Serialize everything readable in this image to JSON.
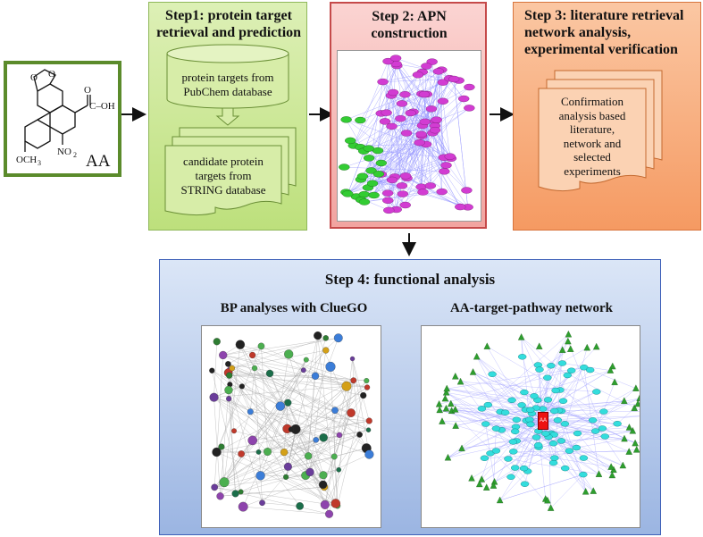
{
  "molecule": {
    "label": "AA",
    "group_carboxyl": "C–OH",
    "group_o": "O",
    "group_nitro": "NO",
    "group_nitro_sub": "2",
    "group_methoxy": "OCH",
    "group_methoxy_sub": "3"
  },
  "step1": {
    "title_line1": "Step1: protein target",
    "title_line2": "retrieval and prediction",
    "db_text_line1": "protein targets from",
    "db_text_line2": "PubChem database",
    "doc_text_line1": "candidate protein",
    "doc_text_line2": "targets from",
    "doc_text_line3": "STRING database"
  },
  "step2": {
    "title_line1": "Step 2: APN",
    "title_line2": "construction"
  },
  "step3": {
    "title_line1": "Step 3: literature retrieval",
    "title_line2": "network analysis,",
    "title_line3": "experimental verification",
    "doc_text_line1": "Confirmation",
    "doc_text_line2": "analysis based",
    "doc_text_line3": "literature,",
    "doc_text_line4": "network and",
    "doc_text_line5": "selected",
    "doc_text_line6": "experiments"
  },
  "step4": {
    "title": "Step 4: functional analysis",
    "left_title": "BP analyses with ClueGO",
    "right_title": "AA-target-pathway network",
    "center_node_label": "AA"
  },
  "colors": {
    "step1_bg": "#c7e58a",
    "step2_bg": "#f7b7b3",
    "step3_bg": "#f8a878",
    "step4_bg": "#a8c0e8",
    "molecule_border": "#5b8b2b",
    "edge_blue": "#3a3aff",
    "node_magenta": "#d23cd2",
    "node_green": "#33cc33",
    "node_cyan": "#33dddd",
    "node_red": "#ee1111"
  }
}
